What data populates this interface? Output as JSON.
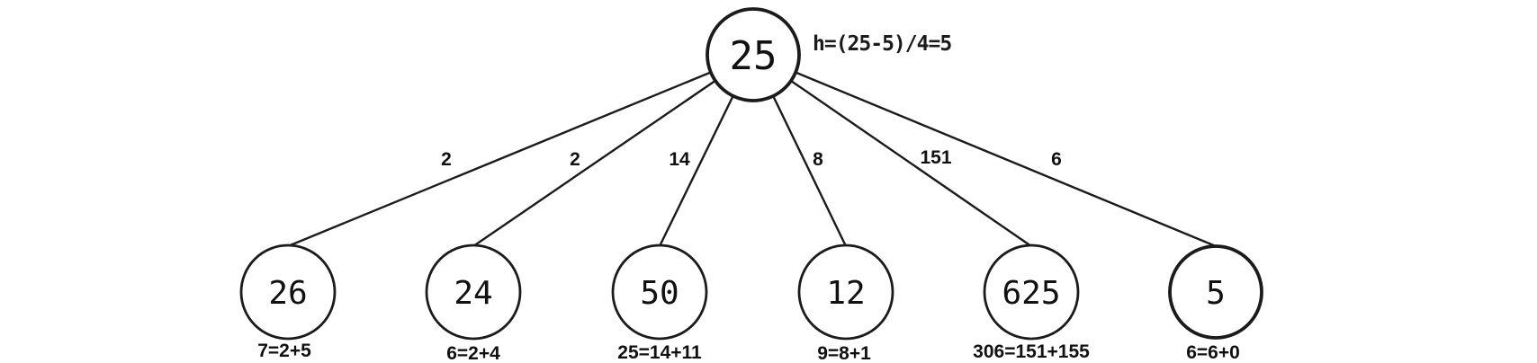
{
  "figure": {
    "background": "#ffffff",
    "stroke_color": "#1b1b1b",
    "root": {
      "label": "25",
      "annotation": "h=(25-5)/4=5",
      "fill": "#f05e5e"
    },
    "children": [
      {
        "label": "26",
        "edge_label": "2",
        "caption": "7=2+5"
      },
      {
        "label": "24",
        "edge_label": "2",
        "caption": "6=2+4"
      },
      {
        "label": "50",
        "edge_label": "14",
        "caption": "25=14+11"
      },
      {
        "label": "12",
        "edge_label": "8",
        "caption": "9=8+1"
      },
      {
        "label": "625",
        "edge_label": "151",
        "caption": "306=151+155"
      },
      {
        "label": "5",
        "edge_label": "6",
        "caption": "6=6+0",
        "highlighted": true,
        "fill": "#76c35d",
        "caption_color": "#15713c"
      }
    ]
  }
}
